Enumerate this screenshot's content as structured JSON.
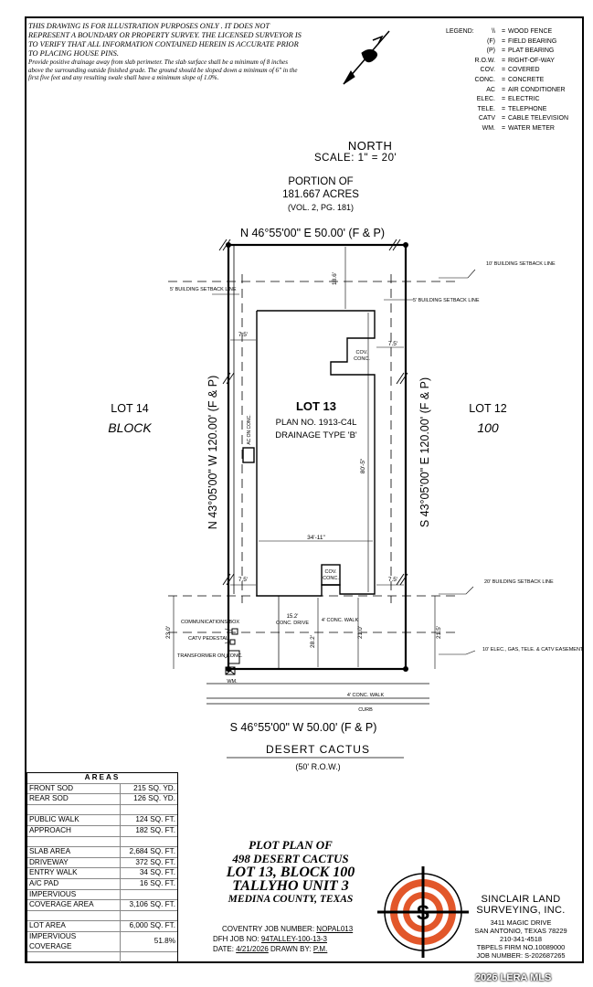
{
  "disclaimer": {
    "headline": "THIS DRAWING IS FOR ILLUSTRATION PURPOSES ONLY . IT DOES NOT REPRESENT A BOUNDARY OR PROPERTY SURVEY. THE LICENSED SURVEYOR IS TO VERIFY THAT ALL INFORMATION CONTAINED HEREIN IS ACCURATE PRIOR TO PLACING HOUSE PINS.",
    "body": "Provide positive drainage away from slab perimeter. The slab surface shall be a minimum of 8 inches above the surrounding outside finished grade. The ground should be sloped down a minimum of 6\" in the first five feet and any resulting swale shall have a minimum slope of 1.0%."
  },
  "north": {
    "label": "NORTH",
    "scale": "SCALE:  1\" = 20'"
  },
  "legend": {
    "title": "LEGEND:",
    "items": [
      {
        "key": "\\\\",
        "value": "WOOD FENCE"
      },
      {
        "key": "(F)",
        "value": "FIELD BEARING"
      },
      {
        "key": "(P)",
        "value": "PLAT BEARING"
      },
      {
        "key": "R.O.W.",
        "value": "RIGHT-OF-WAY"
      },
      {
        "key": "COV.",
        "value": "COVERED"
      },
      {
        "key": "CONC.",
        "value": "CONCRETE"
      },
      {
        "key": "AC",
        "value": "AIR CONDITIONER"
      },
      {
        "key": "ELEC.",
        "value": "ELECTRIC"
      },
      {
        "key": "TELE.",
        "value": "TELEPHONE"
      },
      {
        "key": "CATV",
        "value": "CABLE TELEVISION"
      },
      {
        "key": "WM.",
        "value": "WATER METER"
      }
    ]
  },
  "plan": {
    "portion": "PORTION OF",
    "acres": "181.667 ACRES",
    "vol": "(VOL. 2, PG. 181)",
    "north_line": "N 46°55'00\" E 50.00' (F & P)",
    "south_line": "S 46°55'00\" W 50.00' (F & P)",
    "west_line": "N 43°05'00\" W 120.00' (F & P)",
    "east_line": "S 43°05'00\" E 120.00' (F & P)",
    "lot14": "LOT 14",
    "block_word": "BLOCK",
    "lot12": "LOT 12",
    "block_num": "100",
    "lot13": "LOT 13",
    "plan_no": "PLAN NO. 1913-C4L",
    "drainage": "DRAINAGE TYPE 'B'",
    "dim_18_6": "18.6'",
    "dim_7_5a": "7.5'",
    "dim_7_5b": "7.5'",
    "dim_7_5c": "7.5'",
    "dim_7_5d": "7.5'",
    "dim_80_5": "80'-5\"",
    "dim_34_11": "34'-11\"",
    "dim_23_0": "23.0'",
    "dim_28_2": "28.2'",
    "dim_21_0": "21.0'",
    "dim_21_5": "21.5'",
    "dim_15_2": "15.2'",
    "conc_drive": "CONC. DRIVE",
    "conc_walk_small": "4' CONC. WALK",
    "cov_conc_top_1": "COV.",
    "cov_conc_top_2": "CONC.",
    "cov_conc_bot_1": "COV.",
    "cov_conc_bot_2": "CONC.",
    "ac_on_conc": "AC ON CONC.",
    "setback_10": "10' BUILDING SETBACK LINE",
    "setback_5_left": "5' BUILDING SETBACK LINE",
    "setback_5_right": "5' BUILDING SETBACK LINE",
    "setback_20": "20' BUILDING SETBACK LINE",
    "easement": "10' ELEC., GAS, TELE. & CATV EASEMENT",
    "comm_box": "COMMUNICATIONS BOX",
    "catv_ped": "CATV PEDESTAL",
    "transformer": "TRANSFORMER ON CONC.",
    "wm": "WM.",
    "walk_4": "4' CONC. WALK",
    "curb": "CURB",
    "street": "DESERT CACTUS",
    "row": "(50' R.O.W.)"
  },
  "areas": {
    "title": "AREAS",
    "rows": [
      {
        "label": "FRONT SOD",
        "value": "215 SQ. YD."
      },
      {
        "label": "REAR SOD",
        "value": "126 SQ. YD."
      },
      {
        "label": "",
        "value": ""
      },
      {
        "label": "PUBLIC WALK",
        "value": "124 SQ. FT."
      },
      {
        "label": "APPROACH",
        "value": "182 SQ. FT."
      },
      {
        "label": "",
        "value": ""
      },
      {
        "label": "SLAB AREA",
        "value": "2,684 SQ. FT."
      },
      {
        "label": "DRIVEWAY",
        "value": "372 SQ. FT."
      },
      {
        "label": "ENTRY WALK",
        "value": "34 SQ. FT."
      },
      {
        "label": "A/C PAD",
        "value": "16 SQ. FT."
      },
      {
        "label": "IMPERVIOUS",
        "value": ""
      },
      {
        "label": "COVERAGE AREA",
        "value": "3,106 SQ. FT."
      },
      {
        "label": "",
        "value": ""
      },
      {
        "label": "LOT AREA",
        "value": "6,000 SQ. FT."
      },
      {
        "label": "IMPERVIOUS COVERAGE",
        "value": "51.8%"
      },
      {
        "label": "",
        "value": ""
      }
    ]
  },
  "plot_plan": {
    "line1": "PLOT PLAN OF",
    "line2": "498 DESERT CACTUS",
    "line3": "LOT 13, BLOCK 100",
    "line4": "TALLYHO UNIT 3",
    "line5": "MEDINA COUNTY, TEXAS"
  },
  "jobs": {
    "coventry_label": "COVENTRY JOB NUMBER:",
    "coventry_value": "NOPAL013",
    "dfh_label": "DFH JOB NO:",
    "dfh_value": "94TALLEY-100-13-3",
    "date_label": "DATE:",
    "date_value": "4/21/2026",
    "drawn_label": "DRAWN BY:",
    "drawn_value": "P.M."
  },
  "company": {
    "name1": "SINCLAIR LAND",
    "name2": "SURVEYING, INC.",
    "addr1": "3411 MAGIC DRIVE",
    "addr2": "SAN ANTONIO, TEXAS 78229",
    "phone": "210-341-4518",
    "firm": "TBPELS FIRM NO.10089000",
    "job": "JOB NUMBER: S-202687265",
    "logo_letter": "S"
  },
  "watermark": "2026 LERA MLS",
  "colors": {
    "logo_orange": "#e2572a",
    "line": "#000000"
  }
}
